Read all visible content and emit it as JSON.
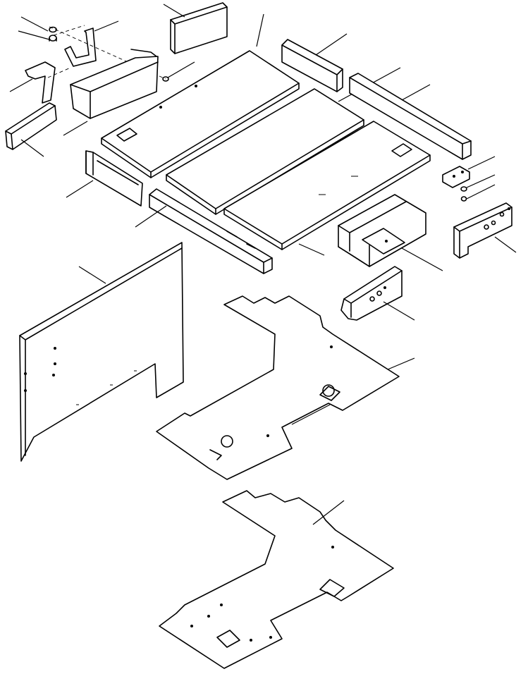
{
  "diagram": {
    "type": "exploded parts diagram",
    "background": "#ffffff",
    "line_color": "#000000",
    "parts": [
      {
        "id": "nut-top-left"
      },
      {
        "id": "bracket-upper"
      },
      {
        "id": "bracket-lower"
      },
      {
        "id": "battery-box-cover"
      },
      {
        "id": "bolt-cover"
      },
      {
        "id": "pad-top-center"
      },
      {
        "id": "pad-left"
      },
      {
        "id": "seat-panel-left"
      },
      {
        "id": "seat-panel-center"
      },
      {
        "id": "seat-panel-right"
      },
      {
        "id": "pad-top-right"
      },
      {
        "id": "rail-back"
      },
      {
        "id": "rail-front"
      },
      {
        "id": "duct-box"
      },
      {
        "id": "mount-plate"
      },
      {
        "id": "nut-right"
      },
      {
        "id": "side-block-right"
      },
      {
        "id": "tool-box"
      },
      {
        "id": "side-block-center"
      },
      {
        "id": "side-wall-panel"
      },
      {
        "id": "floor-mat-upper"
      },
      {
        "id": "floor-mat-lower"
      }
    ]
  }
}
